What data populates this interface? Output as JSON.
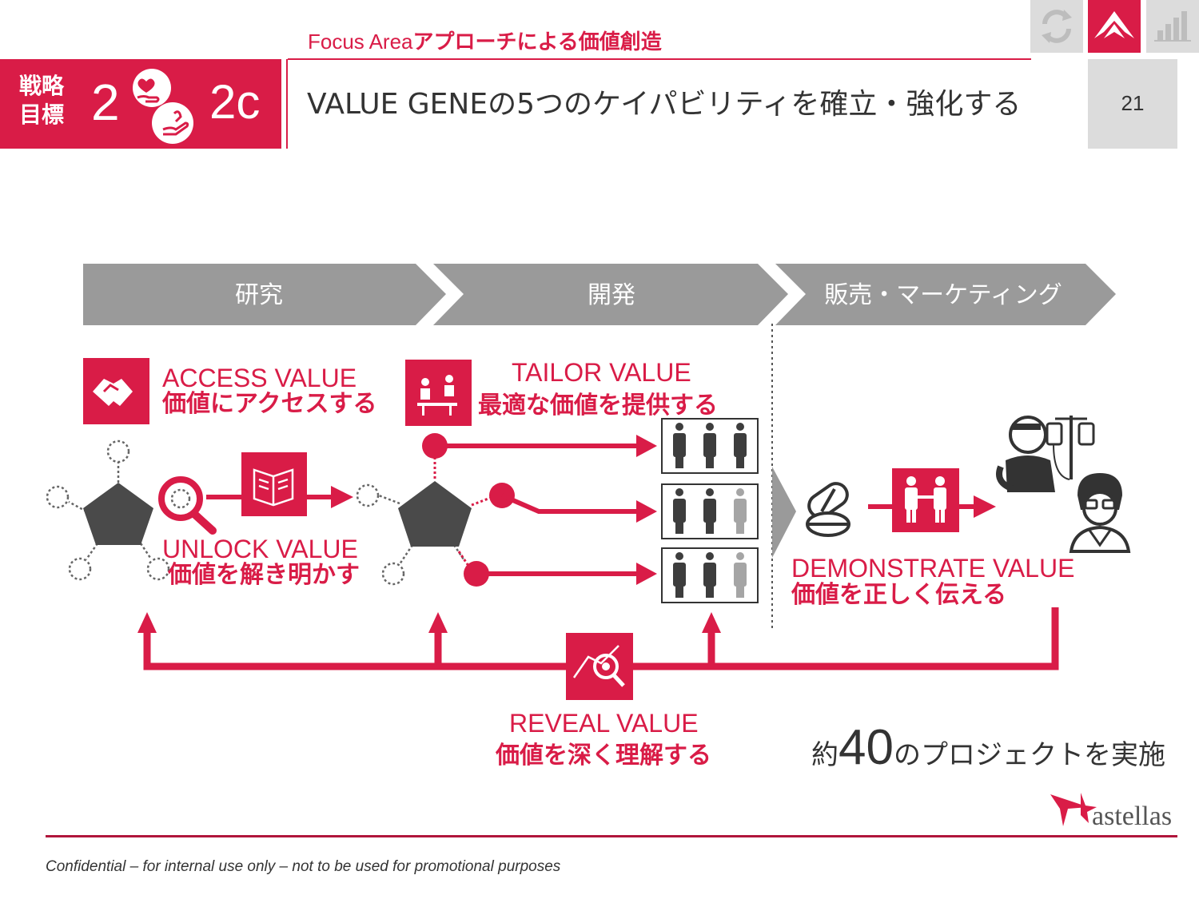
{
  "header": {
    "goal_label_line1": "戦略",
    "goal_label_line2": "目標",
    "goal_number": "2",
    "goal_subnumber": "2c",
    "focus_area_en": "Focus Area",
    "focus_area_ja": "アプローチによる価値創造",
    "title": "VALUE GENEの5つのケイパビリティを確立・強化する",
    "page_number": "21",
    "top_icons": [
      "cycle-icon",
      "astellas-mountain-icon",
      "bar-chart-icon"
    ]
  },
  "stages": [
    {
      "label": "研究"
    },
    {
      "label": "開発"
    },
    {
      "label": "販売・マーケティング"
    }
  ],
  "values": {
    "access": {
      "en": "ACCESS VALUE",
      "ja": "価値にアクセスする",
      "icon": "handshake-icon"
    },
    "tailor": {
      "en": "TAILOR VALUE",
      "ja": "最適な価値を提供する",
      "icon": "consultation-icon"
    },
    "unlock": {
      "en": "UNLOCK  VALUE",
      "ja": "価値を解き明かす",
      "icon": "open-book-icon"
    },
    "demonstrate": {
      "en": "DEMONSTRATE VALUE",
      "ja": "価値を正しく伝える",
      "icon": "doctor-patient-icon"
    },
    "reveal": {
      "en": "REVEAL VALUE",
      "ja": "価値を深く理解する",
      "icon": "data-search-icon"
    }
  },
  "projects": {
    "pre": "約",
    "number": "40",
    "post": "のプロジェクトを実施"
  },
  "footer": {
    "confidential": "Confidential – for internal use only – not to be used for promotional purposes",
    "logo_text": "astellas"
  },
  "colors": {
    "accent": "#d91c47",
    "dark_gray": "#4a4a4a",
    "stage_gray": "#9a9a9a",
    "light_gray": "#dcdcdc"
  }
}
